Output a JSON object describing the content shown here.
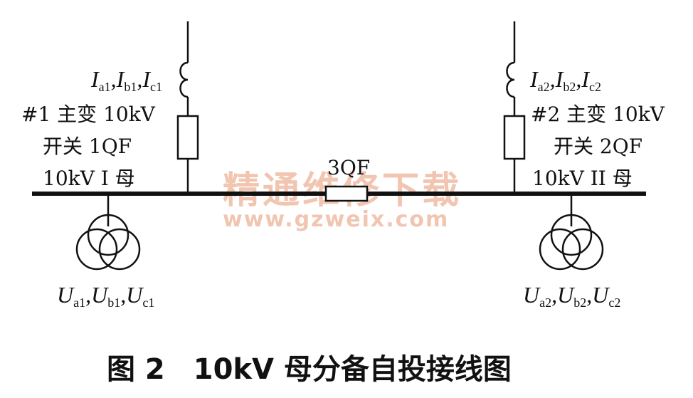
{
  "left": {
    "currents": {
      "a": "I",
      "a_sub": "a1",
      "b": "I",
      "b_sub": "b1",
      "c": "I",
      "c_sub": "c1"
    },
    "switch_line1": "#1 主变 10kV",
    "switch_line2": "开关 1QF",
    "bus_label": "10kV I 母",
    "voltages": {
      "a": "U",
      "a_sub": "a1",
      "b": "U",
      "b_sub": "b1",
      "c": "U",
      "c_sub": "c1"
    }
  },
  "right": {
    "currents": {
      "a": "I",
      "a_sub": "a2",
      "b": "I",
      "b_sub": "b2",
      "c": "I",
      "c_sub": "c2"
    },
    "switch_line1": "#2 主变 10kV",
    "switch_line2": "开关 2QF",
    "bus_label": "10kV II 母",
    "voltages": {
      "a": "U",
      "a_sub": "a2",
      "b": "U",
      "b_sub": "b2",
      "c": "U",
      "c_sub": "c2"
    }
  },
  "tie_breaker": "3QF",
  "watermark": {
    "cn": "精通维修下载",
    "url": "www.gzweix.com"
  },
  "caption": {
    "figure": "图 2",
    "title": "10kV 母分备自投接线图"
  }
}
